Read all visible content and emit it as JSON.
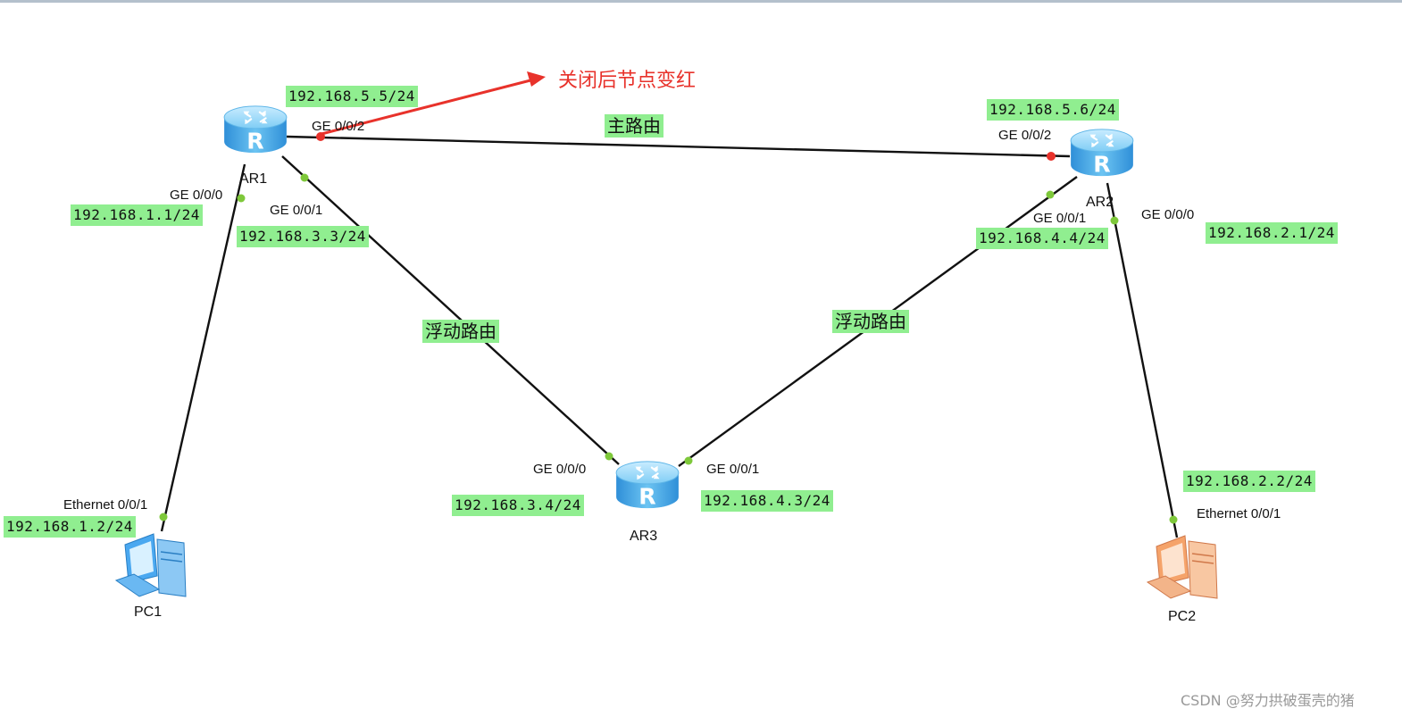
{
  "routers": {
    "ar1": {
      "name": "AR1"
    },
    "ar2": {
      "name": "AR2"
    },
    "ar3": {
      "name": "AR3"
    }
  },
  "pcs": {
    "pc1": {
      "name": "PC1"
    },
    "pc2": {
      "name": "PC2"
    }
  },
  "links": {
    "ar1_ar2": {
      "label": "主路由",
      "ar1_port": "GE 0/0/2",
      "ar1_ip": "192.168.5.5/24",
      "ar2_port": "GE 0/0/2",
      "ar2_ip": "192.168.5.6/24"
    },
    "ar1_ar3": {
      "label": "浮动路由",
      "ar1_port": "GE 0/0/1",
      "ar1_ip": "192.168.3.3/24",
      "ar3_port": "GE 0/0/0",
      "ar3_ip": "192.168.3.4/24"
    },
    "ar2_ar3": {
      "label": "浮动路由",
      "ar2_port": "GE 0/0/1",
      "ar2_ip": "192.168.4.4/24",
      "ar3_port": "GE 0/0/1",
      "ar3_ip": "192.168.4.3/24"
    },
    "ar1_pc1": {
      "ar1_port": "GE 0/0/0",
      "ar1_ip": "192.168.1.1/24",
      "pc1_port": "Ethernet 0/0/1",
      "pc1_ip": "192.168.1.2/24"
    },
    "ar2_pc2": {
      "ar2_port": "GE 0/0/0",
      "ar2_ip": "192.168.2.1/24",
      "pc2_port": "Ethernet 0/0/1",
      "pc2_ip": "192.168.2.2/24"
    }
  },
  "annotation": {
    "text": "关闭后节点变红"
  },
  "watermark": "CSDN @努力拱破蛋壳的猪",
  "colors": {
    "link": "#111111",
    "port_up": "#7ec83a",
    "port_down": "#e8322b",
    "ip_bg": "#90ee90",
    "note": "#e8322b"
  }
}
